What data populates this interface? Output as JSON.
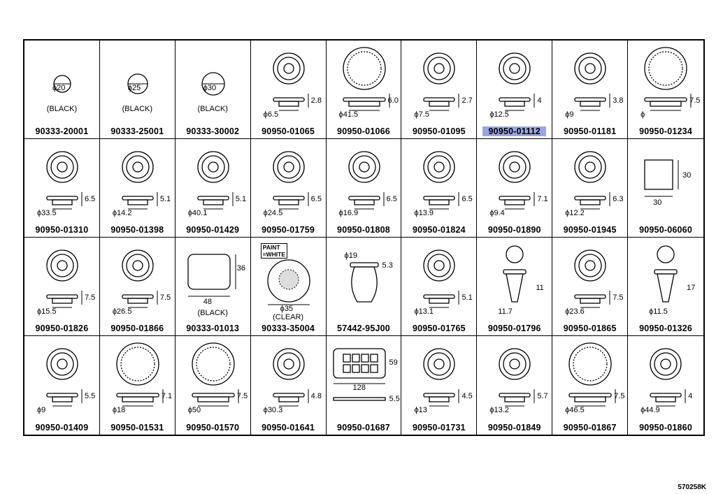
{
  "parts": [
    {
      "pn": "90333-20001",
      "dims": [
        "ϕ20"
      ],
      "note": "(BLACK)",
      "shape": "flat-disc"
    },
    {
      "pn": "90333-25001",
      "dims": [
        "ϕ25"
      ],
      "note": "(BLACK)",
      "shape": "flat-disc"
    },
    {
      "pn": "90333-30002",
      "dims": [
        "ϕ30"
      ],
      "note": "(BLACK)",
      "shape": "flat-disc"
    },
    {
      "pn": "90950-01065",
      "dims": [
        "ϕ6.5",
        "2.8"
      ],
      "shape": "grommet"
    },
    {
      "pn": "90950-01066",
      "dims": [
        "ϕ41.5",
        "6.0"
      ],
      "shape": "plug"
    },
    {
      "pn": "90950-01095",
      "dims": [
        "ϕ7.5",
        "2.7"
      ],
      "shape": "grommet"
    },
    {
      "pn": "90950-01112",
      "dims": [
        "ϕ12.5",
        "4"
      ],
      "shape": "grommet",
      "highlight": true
    },
    {
      "pn": "90950-01181",
      "dims": [
        "ϕ9",
        "3.8"
      ],
      "shape": "grommet"
    },
    {
      "pn": "90950-01234",
      "dims": [
        "ϕ",
        "7.5"
      ],
      "shape": "plug"
    },
    {
      "pn": "90950-01310",
      "dims": [
        "ϕ33.5",
        "6.5"
      ],
      "shape": "grommet"
    },
    {
      "pn": "90950-01398",
      "dims": [
        "ϕ14.2",
        "5.1"
      ],
      "shape": "grommet"
    },
    {
      "pn": "90950-01429",
      "dims": [
        "ϕ40.1",
        "5.1"
      ],
      "shape": "grommet"
    },
    {
      "pn": "90950-01759",
      "dims": [
        "ϕ24.5",
        "6.5"
      ],
      "shape": "grommet"
    },
    {
      "pn": "90950-01808",
      "dims": [
        "ϕ16.9",
        "6.5"
      ],
      "shape": "grommet"
    },
    {
      "pn": "90950-01824",
      "dims": [
        "ϕ13.9",
        "6.5"
      ],
      "shape": "grommet"
    },
    {
      "pn": "90950-01890",
      "dims": [
        "ϕ9.4",
        "7.1"
      ],
      "shape": "grommet"
    },
    {
      "pn": "90950-01945",
      "dims": [
        "ϕ12.2",
        "6.3"
      ],
      "shape": "grommet"
    },
    {
      "pn": "90950-06060",
      "dims": [
        "30",
        "30"
      ],
      "shape": "square"
    },
    {
      "pn": "90950-01826",
      "dims": [
        "ϕ15.5",
        "7.5"
      ],
      "shape": "grommet"
    },
    {
      "pn": "90950-01866",
      "dims": [
        "ϕ26.5",
        "7.5"
      ],
      "shape": "grommet"
    },
    {
      "pn": "90333-01013",
      "dims": [
        "48",
        "36"
      ],
      "note": "(BLACK)",
      "shape": "rect-pad"
    },
    {
      "pn": "90333-35004",
      "dims": [
        "ϕ35"
      ],
      "note": "(CLEAR)",
      "paint": [
        "PAINT",
        "=WHITE"
      ],
      "shape": "clear-disc"
    },
    {
      "pn": "57442-95J00",
      "dims": [
        "ϕ19",
        "5.3"
      ],
      "shape": "clip"
    },
    {
      "pn": "90950-01765",
      "dims": [
        "ϕ13.1",
        "5.1"
      ],
      "shape": "grommet"
    },
    {
      "pn": "90950-01796",
      "dims": [
        "11.7",
        "11"
      ],
      "shape": "push-plug"
    },
    {
      "pn": "90950-01865",
      "dims": [
        "ϕ23.6",
        "7.5"
      ],
      "shape": "grommet"
    },
    {
      "pn": "90950-01326",
      "dims": [
        "ϕ11.5",
        "17"
      ],
      "shape": "push-plug"
    },
    {
      "pn": "90950-01409",
      "dims": [
        "ϕ9",
        "5.5"
      ],
      "shape": "grommet"
    },
    {
      "pn": "90950-01531",
      "dims": [
        "ϕ18",
        "7.1"
      ],
      "shape": "plug"
    },
    {
      "pn": "90950-01570",
      "dims": [
        "ϕ50",
        "7.5"
      ],
      "shape": "plug"
    },
    {
      "pn": "90950-01641",
      "dims": [
        "ϕ30.3",
        "4.8"
      ],
      "shape": "grommet"
    },
    {
      "pn": "90950-01687",
      "dims": [
        "128",
        "59",
        "5.5"
      ],
      "shape": "grid-cover"
    },
    {
      "pn": "90950-01731",
      "dims": [
        "ϕ13",
        "4.5"
      ],
      "shape": "grommet"
    },
    {
      "pn": "90950-01849",
      "dims": [
        "ϕ13.2",
        "5.7"
      ],
      "shape": "grommet"
    },
    {
      "pn": "90950-01867",
      "dims": [
        "ϕ46.5",
        "7.5"
      ],
      "shape": "plug"
    },
    {
      "pn": "90950-01860",
      "dims": [
        "ϕ44.9",
        "4"
      ],
      "shape": "grommet"
    }
  ],
  "footer_code": "570258K"
}
